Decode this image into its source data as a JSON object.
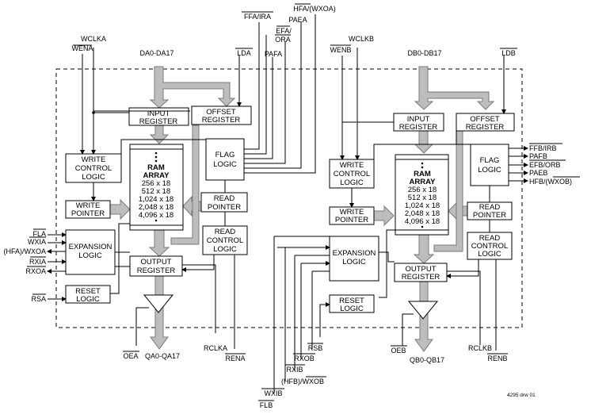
{
  "ports": {
    "a": {
      "wclk": "WCLKA",
      "wen": "WENA",
      "data_in": "DA0-DA17",
      "ld": "LDA",
      "ffa_ira": "FFA/IRA",
      "hfa_wxoa": "HFA/(WXOA)",
      "paea": "PAEA",
      "efa_ora": "EFA/",
      "ora": "ORA",
      "pafa": "PAFA",
      "input_register": [
        "INPUT",
        "REGISTER"
      ],
      "offset_register": [
        "OFFSET",
        "REGISTER"
      ],
      "write_control_logic": [
        "WRITE",
        "CONTROL",
        "LOGIC"
      ],
      "write_pointer": [
        "WRITE",
        "POINTER"
      ],
      "flag_logic": [
        "FLAG",
        "LOGIC"
      ],
      "read_pointer": [
        "READ",
        "POINTER"
      ],
      "read_control_logic": [
        "READ",
        "CONTROL",
        "LOGIC"
      ],
      "expansion_logic": [
        "EXPANSION",
        "LOGIC"
      ],
      "output_register": [
        "OUTPUT",
        "REGISTER"
      ],
      "reset_logic": [
        "RESET",
        "LOGIC"
      ],
      "ram_array": [
        "RAM",
        "ARRAY",
        "256 x 18",
        "512 x 18",
        "1,024 x 18",
        "2,048 x 18",
        "4,096 x 18"
      ],
      "fla": "FLA",
      "wxia": "WXIA",
      "hfa_wxoa_left": "(HFA)/WXOA",
      "rxia": "RXIA",
      "rxoa": "RXOA",
      "rsa": "RSA",
      "oea": "OEA",
      "data_out": "QA0-QA17",
      "rclk": "RCLKA",
      "ren": "RENA"
    },
    "b": {
      "wclk": "WCLKB",
      "wen": "WENB",
      "data_in": "DB0-DB17",
      "ld": "LDB",
      "input_register": [
        "INPUT",
        "REGISTER"
      ],
      "offset_register": [
        "OFFSET",
        "REGISTER"
      ],
      "write_control_logic": [
        "WRITE",
        "CONTROL",
        "LOGIC"
      ],
      "write_pointer": [
        "WRITE",
        "POINTER"
      ],
      "flag_logic": [
        "FLAG",
        "LOGIC"
      ],
      "read_pointer": [
        "READ",
        "POINTER"
      ],
      "read_control_logic": [
        "READ",
        "CONTROL",
        "LOGIC"
      ],
      "expansion_logic": [
        "EXPANSION",
        "LOGIC"
      ],
      "output_register": [
        "OUTPUT",
        "REGISTER"
      ],
      "reset_logic": [
        "RESET",
        "LOGIC"
      ],
      "ram_array": [
        "RAM",
        "ARRAY",
        "256 x 18",
        "512 x 18",
        "1,024 x 18",
        "2,048 x 18",
        "4,096 x 18"
      ],
      "flags_out": [
        "FFB/IRB",
        "PAFB",
        "EFB/ORB",
        "PAEB",
        "HFB/(WXOB)"
      ],
      "rsb": "RSB",
      "rxob": "RXOB",
      "rxib": "RXIB",
      "hfb_wxob": "(HFB)/WXOB",
      "wxib": "WXIB",
      "flb": "FLB",
      "oeb": "OEB",
      "data_out": "QB0-QB17",
      "rclk": "RCLKB",
      "renb": "RENB"
    }
  },
  "drawing_ref": "4295 drw 01"
}
